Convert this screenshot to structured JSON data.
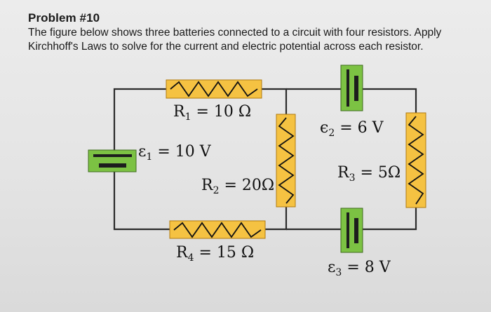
{
  "problem": {
    "title": "Problem #10",
    "description": "The figure below shows three batteries connected to a circuit with four resistors. Apply Kirchhoff's Laws to solve for the current and electric potential across each resistor."
  },
  "circuit": {
    "resistors": {
      "R1": {
        "symbol": "R",
        "sub": "1",
        "rest": " = 10 Ω"
      },
      "R2": {
        "symbol": "R",
        "sub": "2",
        "rest": " = 20Ω"
      },
      "R3": {
        "symbol": "R",
        "sub": "3",
        "rest": " = 5Ω"
      },
      "R4": {
        "symbol": "R",
        "sub": "4",
        "rest": " = 15 Ω"
      }
    },
    "batteries": {
      "E1": {
        "symbol": "ε",
        "sub": "1",
        "rest": " = 10 V"
      },
      "E2": {
        "symbol": "ϵ",
        "sub": "2",
        "rest": " = 6 V"
      },
      "E3": {
        "symbol": "ε",
        "sub": "3",
        "rest": " = 8 V"
      }
    },
    "colors": {
      "resistor": "#f5c242",
      "battery": "#7cc243",
      "wire": "#2b2b2b"
    }
  }
}
